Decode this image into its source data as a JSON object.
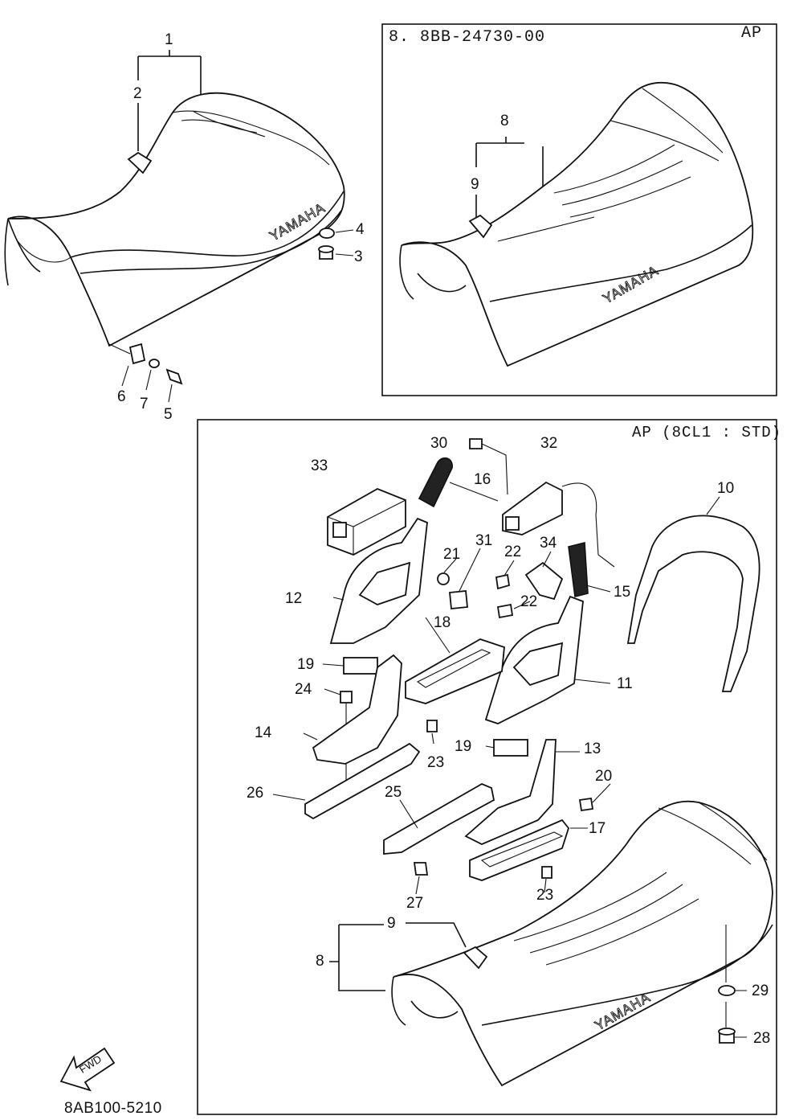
{
  "figure_code": "8AB100-5210",
  "fwd_label": "FWD",
  "brand_mark": "YAMAHA",
  "box_upper": {
    "title": "8. 8BB-24730-00",
    "tag": "AP"
  },
  "box_lower": {
    "tag": "AP (8CL1 : STD)"
  },
  "callouts": {
    "main": [
      "1",
      "2",
      "3",
      "4",
      "5",
      "6",
      "7"
    ],
    "upper_box": [
      "8",
      "9"
    ],
    "lower_box": [
      "30",
      "32",
      "33",
      "16",
      "10",
      "21",
      "31",
      "22",
      "34",
      "15",
      "12",
      "22",
      "18",
      "11",
      "19",
      "24",
      "14",
      "23",
      "19",
      "13",
      "26",
      "20",
      "25",
      "17",
      "27",
      "23",
      "9",
      "8",
      "29",
      "28"
    ]
  }
}
